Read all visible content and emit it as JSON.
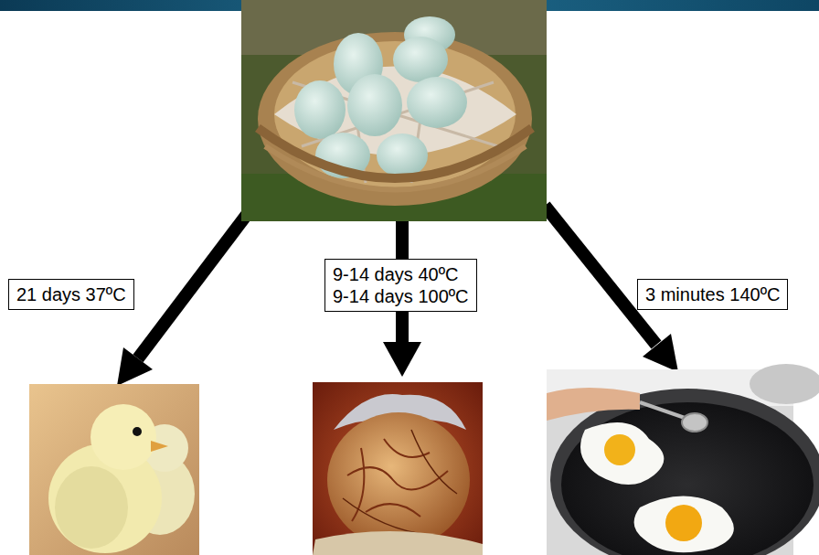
{
  "diagram": {
    "nodes": [
      {
        "text": [
          "21 days 37ºC"
        ]
      },
      {
        "text": [
          "9-14 days 40ºC",
          "9-14 days 100ºC"
        ]
      },
      {
        "text": [
          "3 minutes 140ºC"
        ]
      }
    ]
  }
}
